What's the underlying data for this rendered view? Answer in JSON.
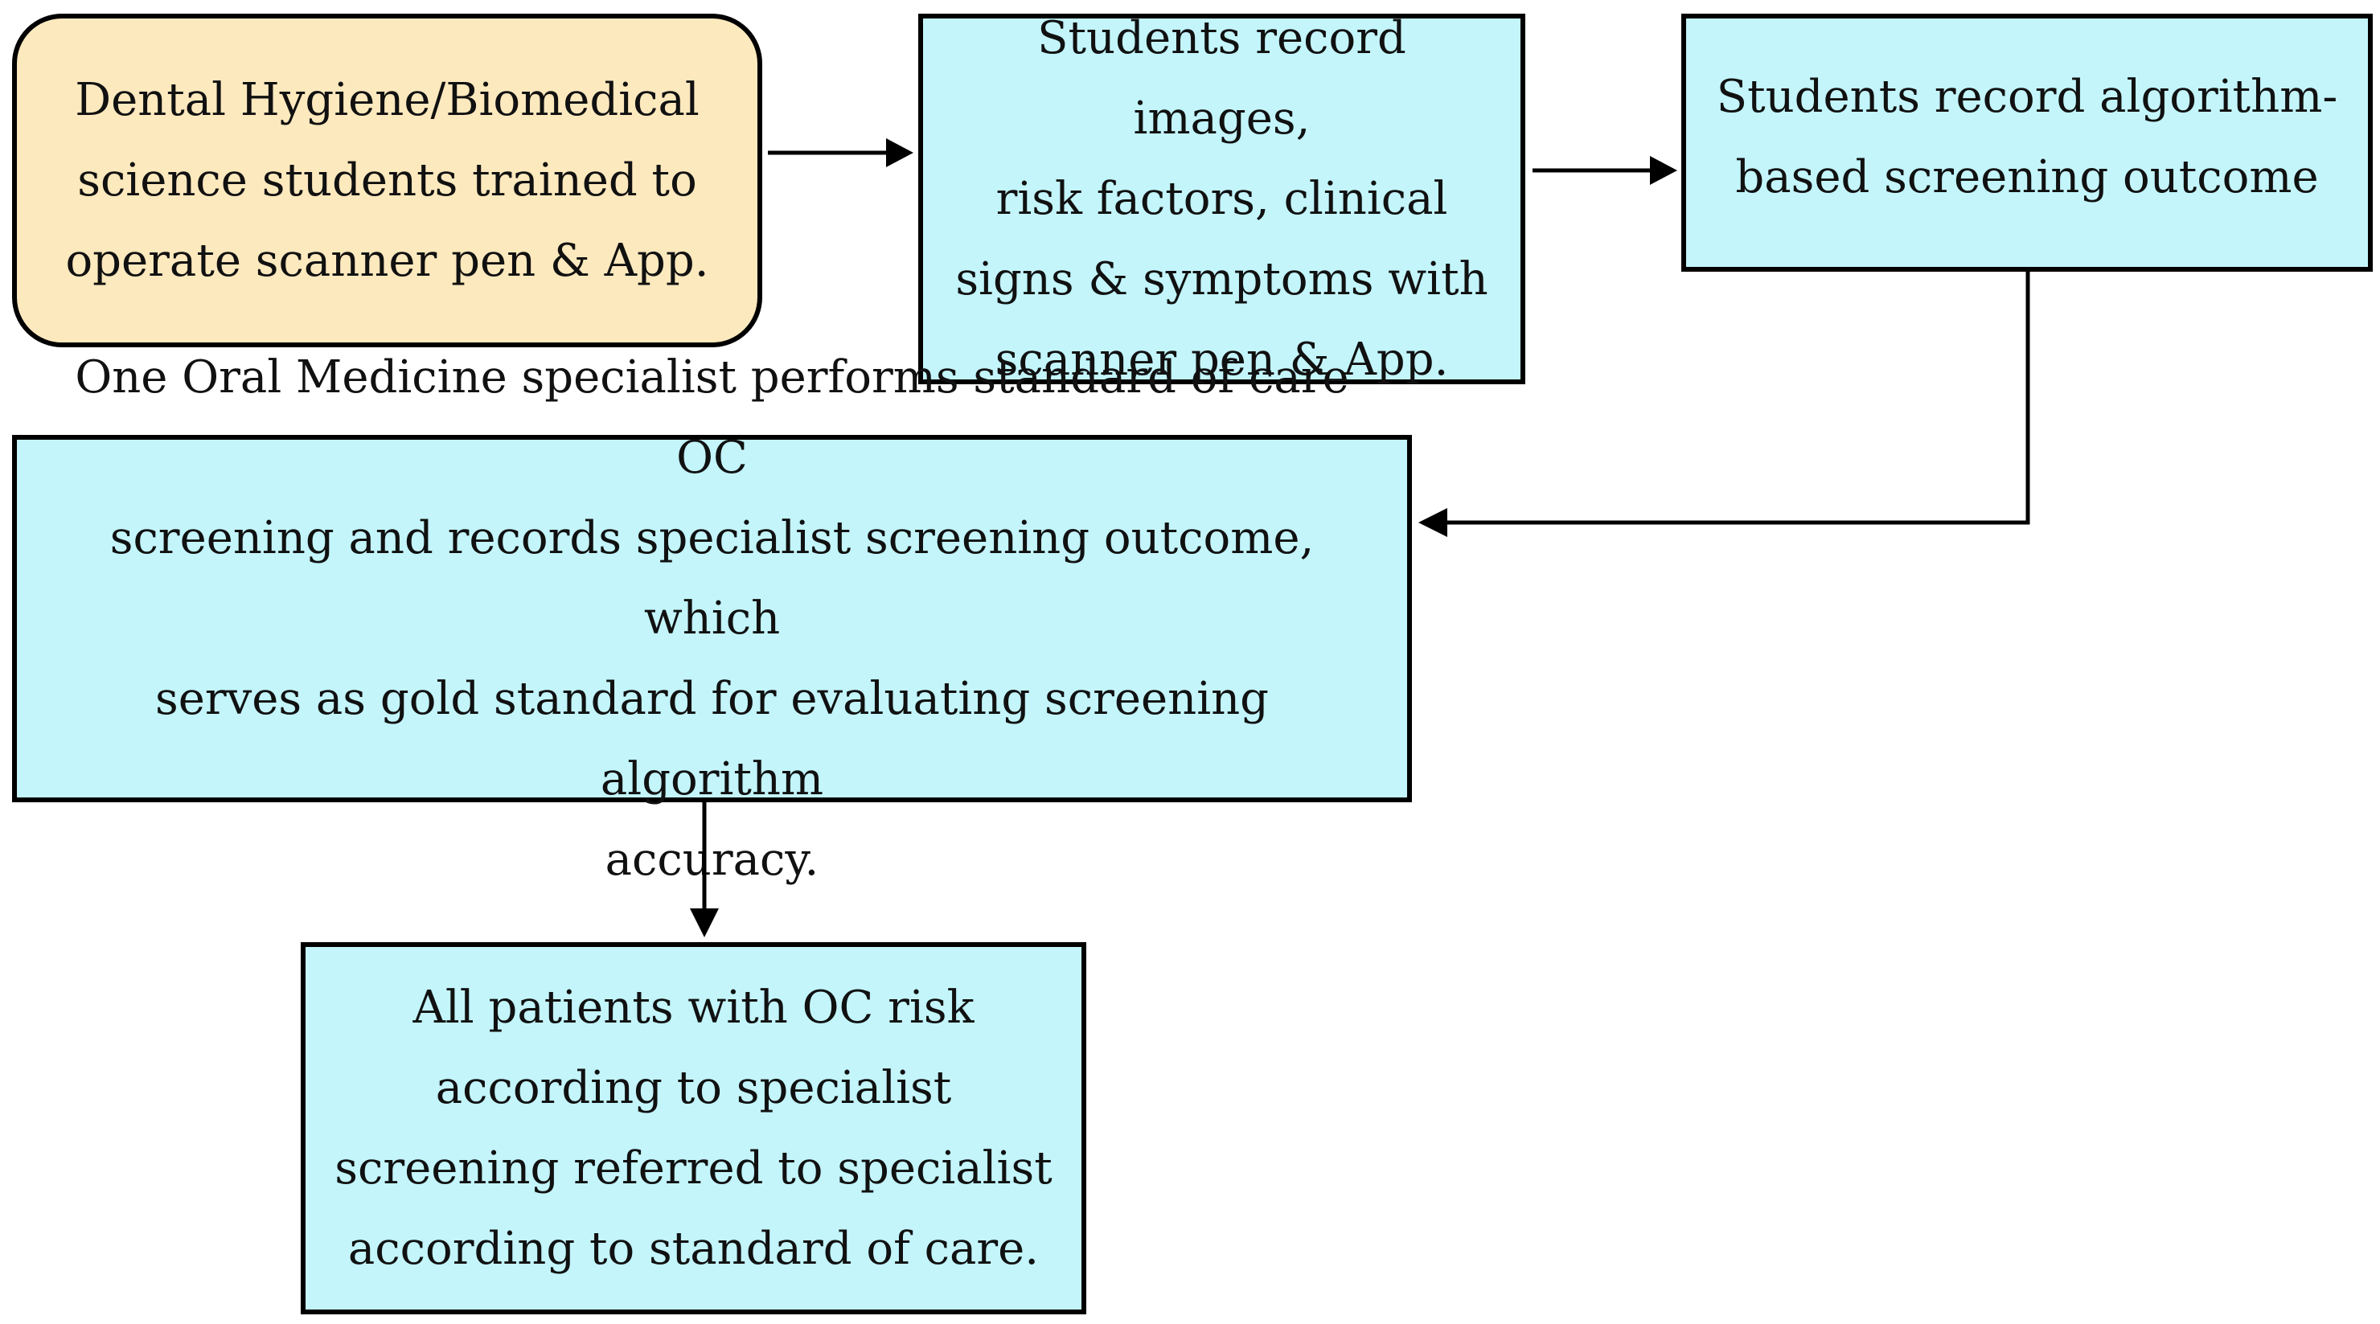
{
  "colors": {
    "start_fill": "#fde9be",
    "process_fill": "#c3f5fb",
    "border": "#000000"
  },
  "nodes": {
    "start": {
      "lines": [
        "Dental Hygiene/Biomedical",
        "science students trained to",
        "operate scanner pen & App."
      ]
    },
    "record": {
      "lines": [
        "Students record images,",
        "risk factors, clinical",
        "signs & symptoms with",
        "scanner pen & App."
      ]
    },
    "outcome": {
      "lines": [
        "Students record algorithm-",
        "based screening outcome"
      ]
    },
    "specialist": {
      "lines": [
        "One Oral Medicine specialist performs standard of care OC",
        "screening and records specialist screening outcome, which",
        "serves as gold standard for evaluating screening algorithm",
        "accuracy."
      ]
    },
    "referral": {
      "lines": [
        "All patients with OC risk",
        "according to specialist",
        "screening referred to specialist",
        "according to standard of care."
      ]
    }
  },
  "edges": [
    {
      "from": "start",
      "to": "record"
    },
    {
      "from": "record",
      "to": "outcome"
    },
    {
      "from": "outcome",
      "to": "specialist"
    },
    {
      "from": "specialist",
      "to": "referral"
    }
  ]
}
